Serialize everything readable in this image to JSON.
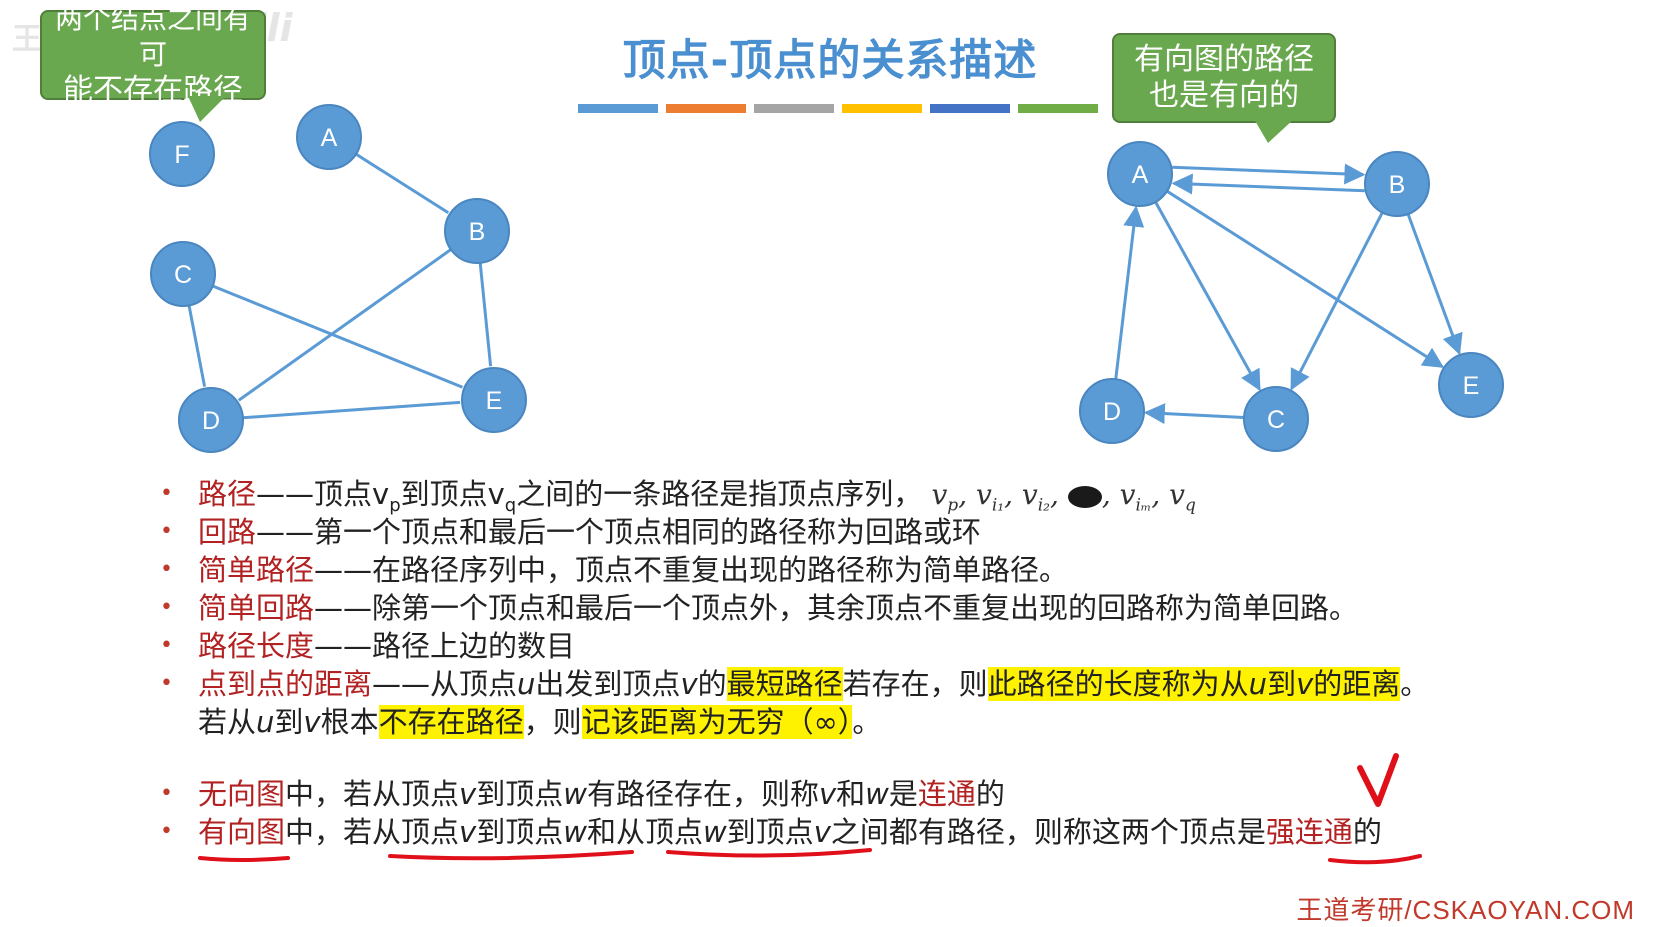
{
  "watermark": {
    "text": "王道论坛",
    "logo": "bilibili"
  },
  "title": "顶点-顶点的关系描述",
  "title_underline_colors": [
    "#5b9bd5",
    "#ed7d31",
    "#a5a5a5",
    "#ffc000",
    "#4472c4",
    "#70ad47"
  ],
  "callout_left": {
    "line1": "两个结点之间有可",
    "line2": "能不存在路径"
  },
  "callout_right": {
    "line1": "有向图的路径",
    "line2": "也是有向的"
  },
  "undirected_graph": {
    "nodes": [
      "F",
      "A",
      "B",
      "C",
      "D",
      "E"
    ],
    "edges": [
      [
        "A",
        "B"
      ],
      [
        "B",
        "D"
      ],
      [
        "B",
        "E"
      ],
      [
        "C",
        "D"
      ],
      [
        "C",
        "E"
      ],
      [
        "D",
        "E"
      ]
    ]
  },
  "directed_graph": {
    "nodes": [
      "A",
      "B",
      "C",
      "D",
      "E"
    ],
    "arcs": [
      [
        "A",
        "B"
      ],
      [
        "B",
        "A"
      ],
      [
        "A",
        "C"
      ],
      [
        "A",
        "E"
      ],
      [
        "B",
        "C"
      ],
      [
        "B",
        "E"
      ],
      [
        "C",
        "D"
      ],
      [
        "D",
        "A"
      ]
    ]
  },
  "definitions": {
    "path_term": "路径",
    "path_text": "——顶点v",
    "path_sub_p": "p",
    "path_text2": "到顶点v",
    "path_sub_q": "q",
    "path_text3": "之间的一条路径是指顶点序列，",
    "path_seq_v": "v",
    "path_seq_p": "p",
    "path_seq_i1": "i₁",
    "path_seq_i2": "i₂",
    "path_seq_im": "iₘ",
    "path_seq_q": "q",
    "cycle_term": "回路",
    "cycle_text": "——第一个顶点和最后一个顶点相同的路径称为回路或环",
    "simple_path_term": "简单路径",
    "simple_path_text": "——在路径序列中，顶点不重复出现的路径称为简单路径。",
    "simple_cycle_term": "简单回路",
    "simple_cycle_text": "——除第一个顶点和最后一个顶点外，其余顶点不重复出现的回路称为简单回路。",
    "path_length_term": "路径长度",
    "path_length_text": "——路径上边的数目",
    "distance_term": "点到点的距离",
    "distance_text1": "——从顶点",
    "distance_u": "u",
    "distance_text2": "出发到顶点",
    "distance_v": "v",
    "distance_text3": "的",
    "distance_hl1": "最短路径",
    "distance_text4": "若存在，则",
    "distance_hl2a": "此路径的长度称为从",
    "distance_hl2b": "到",
    "distance_hl2c": "的距离",
    "distance_end": "。",
    "distance2_text1": "若从",
    "distance2_text2": "到",
    "distance2_text3": "根本",
    "distance2_hl1": "不存在路径",
    "distance2_text4": "，则",
    "distance2_hl2": "记该距离为无穷（∞）",
    "distance2_end": "。",
    "connected_term": "无向图",
    "connected_text1": "中，若从顶点",
    "connected_v": "v",
    "connected_text2": "到顶点",
    "connected_w": "w",
    "connected_text3": "有路径存在，则称",
    "connected_text4": "和",
    "connected_text5": "是",
    "connected_term2": "连通",
    "connected_text6": "的",
    "strong_term": "有向图",
    "strong_text1": "中，若从顶点",
    "strong_v": "v",
    "strong_text2": "到顶点",
    "strong_w": "w",
    "strong_text3": "和从顶点",
    "strong_text4": "到顶点",
    "strong_text5": "之间都有路径，则称这两个顶点是",
    "strong_term2": "强连通",
    "strong_text6": "的"
  },
  "footer": "王道考研/CSKAOYAN.COM"
}
